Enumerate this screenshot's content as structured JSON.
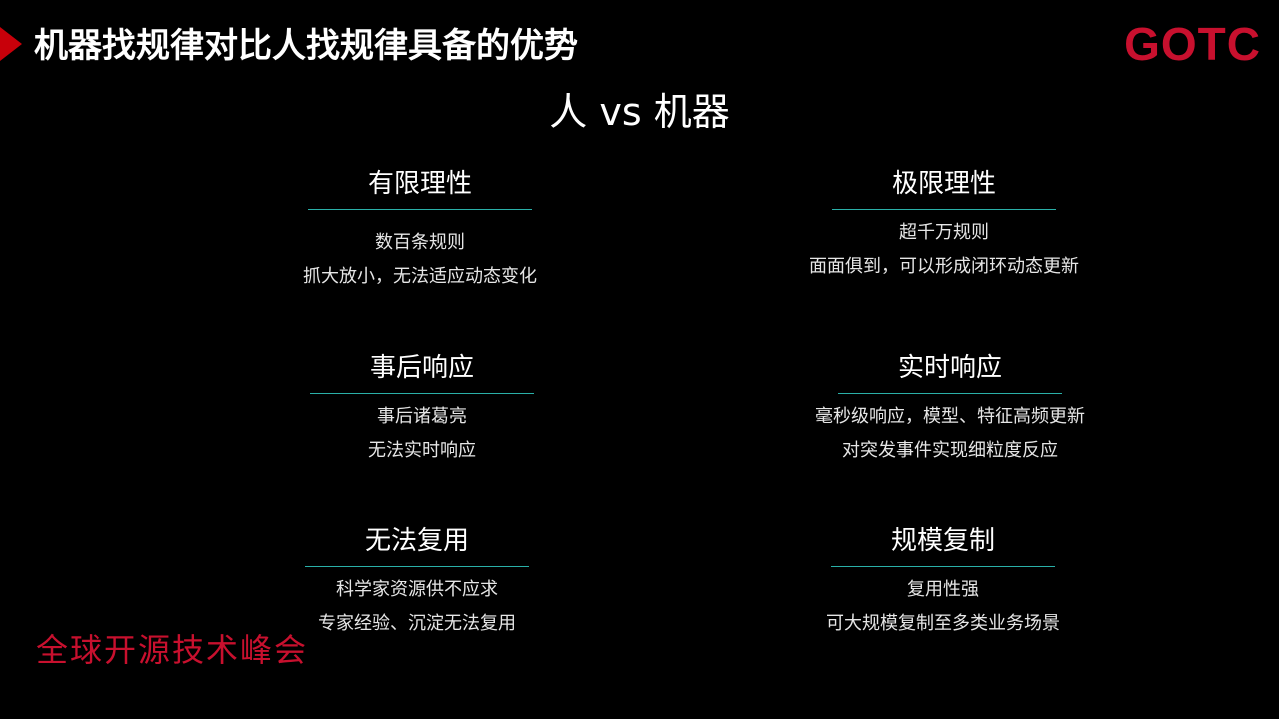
{
  "header": {
    "title": "机器找规律对比人找规律具备的优势",
    "logo": "GOTC",
    "accent_color": "#c8000a",
    "logo_color": "#c8102e"
  },
  "subtitle": "人 vs 机器",
  "divider_color": "#2ab0a8",
  "comparison": {
    "human": [
      {
        "heading": "有限理性",
        "lines": [
          "数百条规则",
          "抓大放小，无法适应动态变化"
        ]
      },
      {
        "heading": "事后响应",
        "lines": [
          "事后诸葛亮",
          "无法实时响应"
        ]
      },
      {
        "heading": "无法复用",
        "lines": [
          "科学家资源供不应求",
          "专家经验、沉淀无法复用"
        ]
      }
    ],
    "machine": [
      {
        "heading": "极限理性",
        "lines": [
          "超千万规则",
          "面面俱到，可以形成闭环动态更新"
        ]
      },
      {
        "heading": "实时响应",
        "lines": [
          "毫秒级响应，模型、特征高频更新",
          "对突发事件实现细粒度反应"
        ]
      },
      {
        "heading": "规模复制",
        "lines": [
          "复用性强",
          "可大规模复制至多类业务场景"
        ]
      }
    ]
  },
  "footer": {
    "brand_text": "全球开源技术峰会"
  }
}
